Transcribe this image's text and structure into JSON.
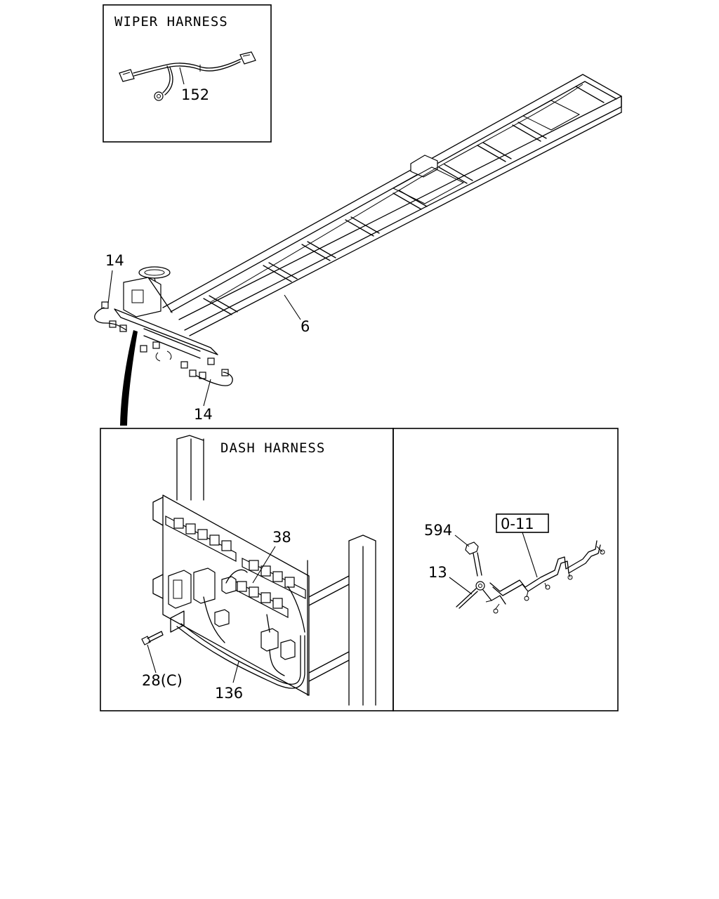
{
  "panels": {
    "wiper": {
      "title": "WIPER HARNESS",
      "part": "152"
    },
    "dash": {
      "title": "DASH HARNESS",
      "parts": [
        "38",
        "28(C)",
        "136"
      ]
    },
    "ground": {
      "parts": [
        "594",
        "13"
      ],
      "ref_box": "0-11"
    }
  },
  "main": {
    "parts": [
      "14",
      "6",
      "14"
    ]
  }
}
